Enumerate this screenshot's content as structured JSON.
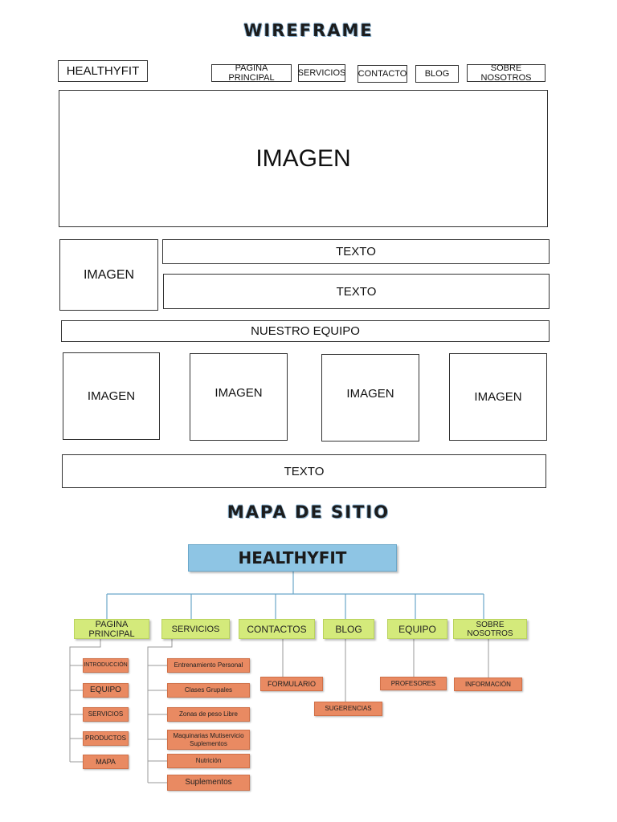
{
  "wireframe": {
    "heading": "WIREFRAME",
    "logo": "HEALTHYFIT",
    "nav": [
      "PAGINA PRINCIPAL",
      "SERVICIOS",
      "CONTACTO",
      "BLOG",
      "SOBRE NOSOTROS"
    ],
    "hero": "IMAGEN",
    "side_image": "IMAGEN",
    "text_1": "TEXTO",
    "text_2": "TEXTO",
    "team_bar": "NUESTRO EQUIPO",
    "team_images": [
      "IMAGEN",
      "IMAGEN",
      "IMAGEN",
      "IMAGEN"
    ],
    "footer_text": "TEXTO"
  },
  "sitemap": {
    "heading": "MAPA DE SITIO",
    "root": "HEALTHYFIT",
    "sections": [
      {
        "label": "PAGINA PRINCIPAL",
        "children": [
          "INTRODUCCIÓN",
          "EQUIPO",
          "SERVICIOS",
          "PRODUCTOS",
          "MAPA"
        ]
      },
      {
        "label": "SERVICIOS",
        "children": [
          "Entrenamiento Personal",
          "Clases Grupales",
          "Zonas de peso Libre",
          "Maquinarias Mutiservicio\nSuplementos",
          "Nutrición",
          "Suplementos"
        ]
      },
      {
        "label": "CONTACTOS",
        "children": [
          "FORMULARIO"
        ]
      },
      {
        "label": "BLOG",
        "children": [
          "SUGERENCIAS"
        ]
      },
      {
        "label": "EQUIPO",
        "children": [
          "PROFESORES"
        ]
      },
      {
        "label": "SOBRE NOSOTROS",
        "children": [
          "INFORMACIÓN"
        ]
      }
    ]
  },
  "colors": {
    "root_fill": "#8ec5e4",
    "section_fill": "#d4ea7b",
    "leaf_fill": "#e98a62",
    "connector": "#6aa7c9"
  }
}
